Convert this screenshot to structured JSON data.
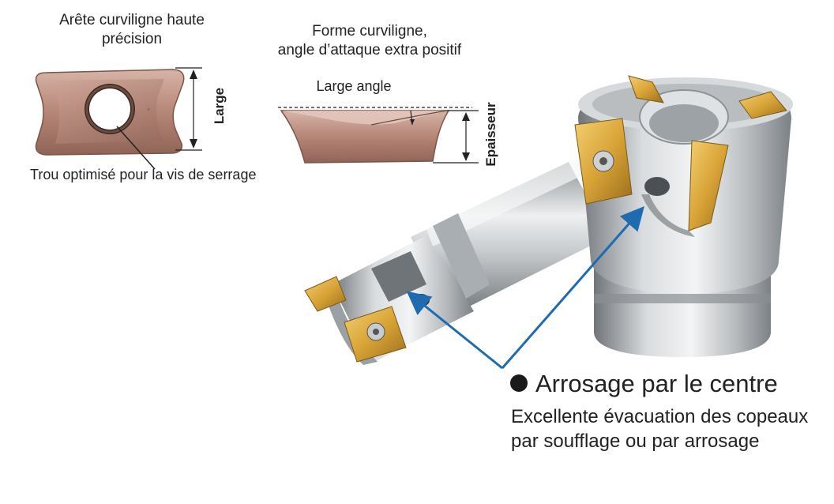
{
  "labels": {
    "insert_edge": "Arête curviligne haute précision",
    "curved_shape_line1": "Forme curviligne,",
    "curved_shape_line2": "angle d’attaque extra positif",
    "large_angle": "Large angle",
    "optimized_hole": "Trou optimisé pour la vis de serrage",
    "width": "Large",
    "thickness": "Epaisseur"
  },
  "coolant": {
    "title": "Arrosage par le centre",
    "description": "Excellente évacuation des copeaux par soufflage ou par arrosage"
  },
  "colors": {
    "insert_bronze": "#b58a7c",
    "arrow_blue": "#1f6bb0",
    "gold_insert": "#d9a437",
    "steel": "#bfc3c6"
  }
}
